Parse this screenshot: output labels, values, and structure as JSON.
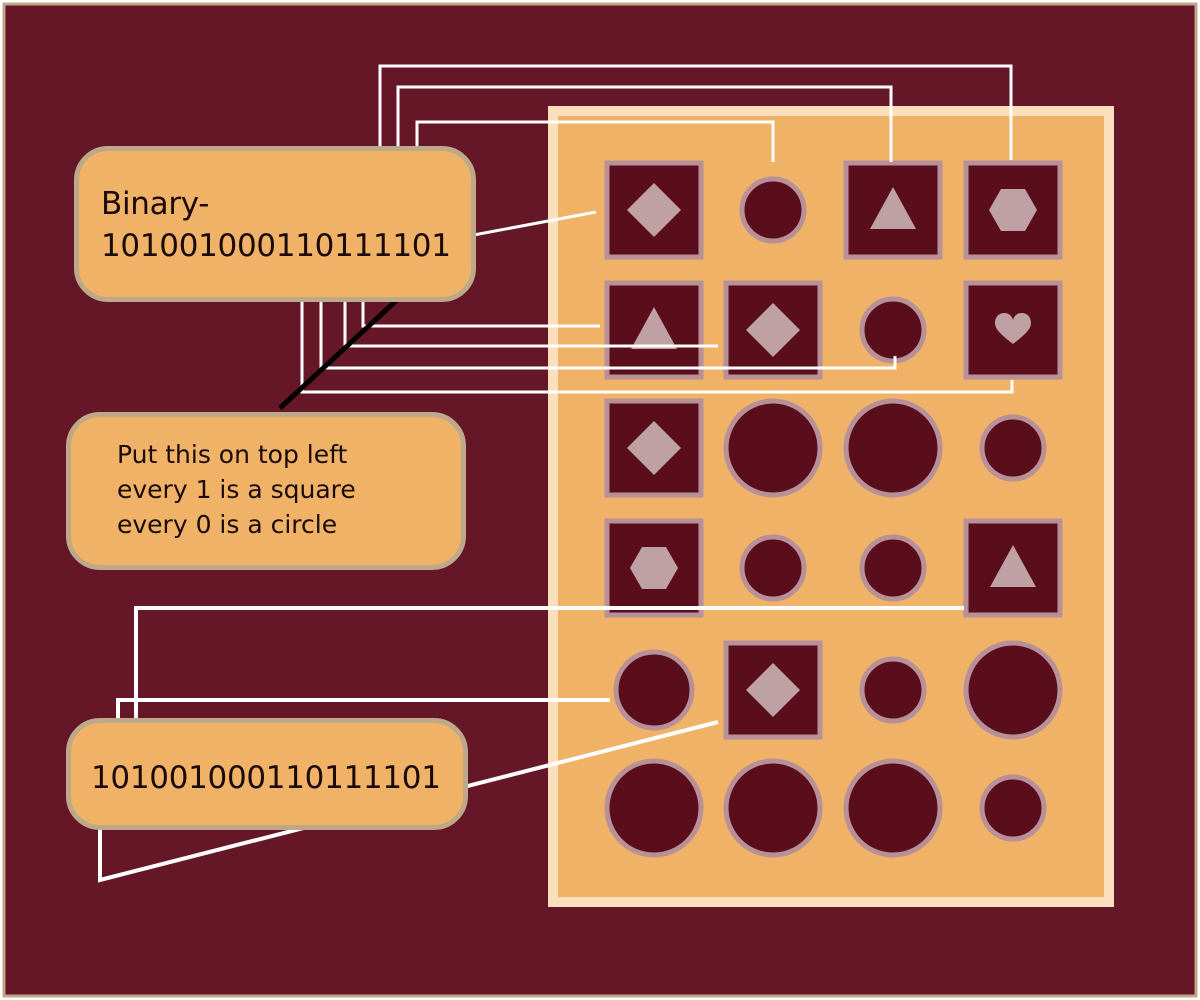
{
  "colors": {
    "background": "#651727",
    "outer_border": "#BDA98A",
    "panel_fill": "#EFB266",
    "panel_border": "#FCE0BE",
    "cell_fill": "#5A0E1C",
    "cell_border": "#B89098",
    "glyph_fill": "#BFA0A4",
    "connector": "#FFFFFF",
    "pointer": "#000000"
  },
  "notes": {
    "binary": {
      "line1": "Binary-",
      "line2": "101001000110111101"
    },
    "instructions": {
      "line1": "Put this on top left",
      "line2": "every 1 is a square",
      "line3": "every 0 is a circle"
    },
    "code": {
      "line1": "101001000110111101"
    }
  },
  "grid": {
    "rows": [
      [
        {
          "shape": "square",
          "glyph": "diamond-icon"
        },
        {
          "shape": "circle",
          "size": "small"
        },
        {
          "shape": "square",
          "glyph": "triangle-icon"
        },
        {
          "shape": "square",
          "glyph": "hexagon-icon"
        }
      ],
      [
        {
          "shape": "square",
          "glyph": "triangle-icon"
        },
        {
          "shape": "square",
          "glyph": "diamond-icon"
        },
        {
          "shape": "circle",
          "size": "small"
        },
        {
          "shape": "square",
          "glyph": "heart-icon"
        }
      ],
      [
        {
          "shape": "square",
          "glyph": "diamond-icon"
        },
        {
          "shape": "circle",
          "size": "large"
        },
        {
          "shape": "circle",
          "size": "large"
        },
        {
          "shape": "circle",
          "size": "small"
        }
      ],
      [
        {
          "shape": "square",
          "glyph": "hexagon-icon"
        },
        {
          "shape": "circle",
          "size": "small"
        },
        {
          "shape": "circle",
          "size": "small"
        },
        {
          "shape": "square",
          "glyph": "triangle-icon"
        }
      ],
      [
        {
          "shape": "circle",
          "size": "medium"
        },
        {
          "shape": "square",
          "glyph": "diamond-icon"
        },
        {
          "shape": "circle",
          "size": "small"
        },
        {
          "shape": "circle",
          "size": "large"
        }
      ],
      [
        {
          "shape": "circle",
          "size": "large"
        },
        {
          "shape": "circle",
          "size": "large"
        },
        {
          "shape": "circle",
          "size": "large"
        },
        {
          "shape": "circle",
          "size": "small"
        }
      ]
    ]
  }
}
